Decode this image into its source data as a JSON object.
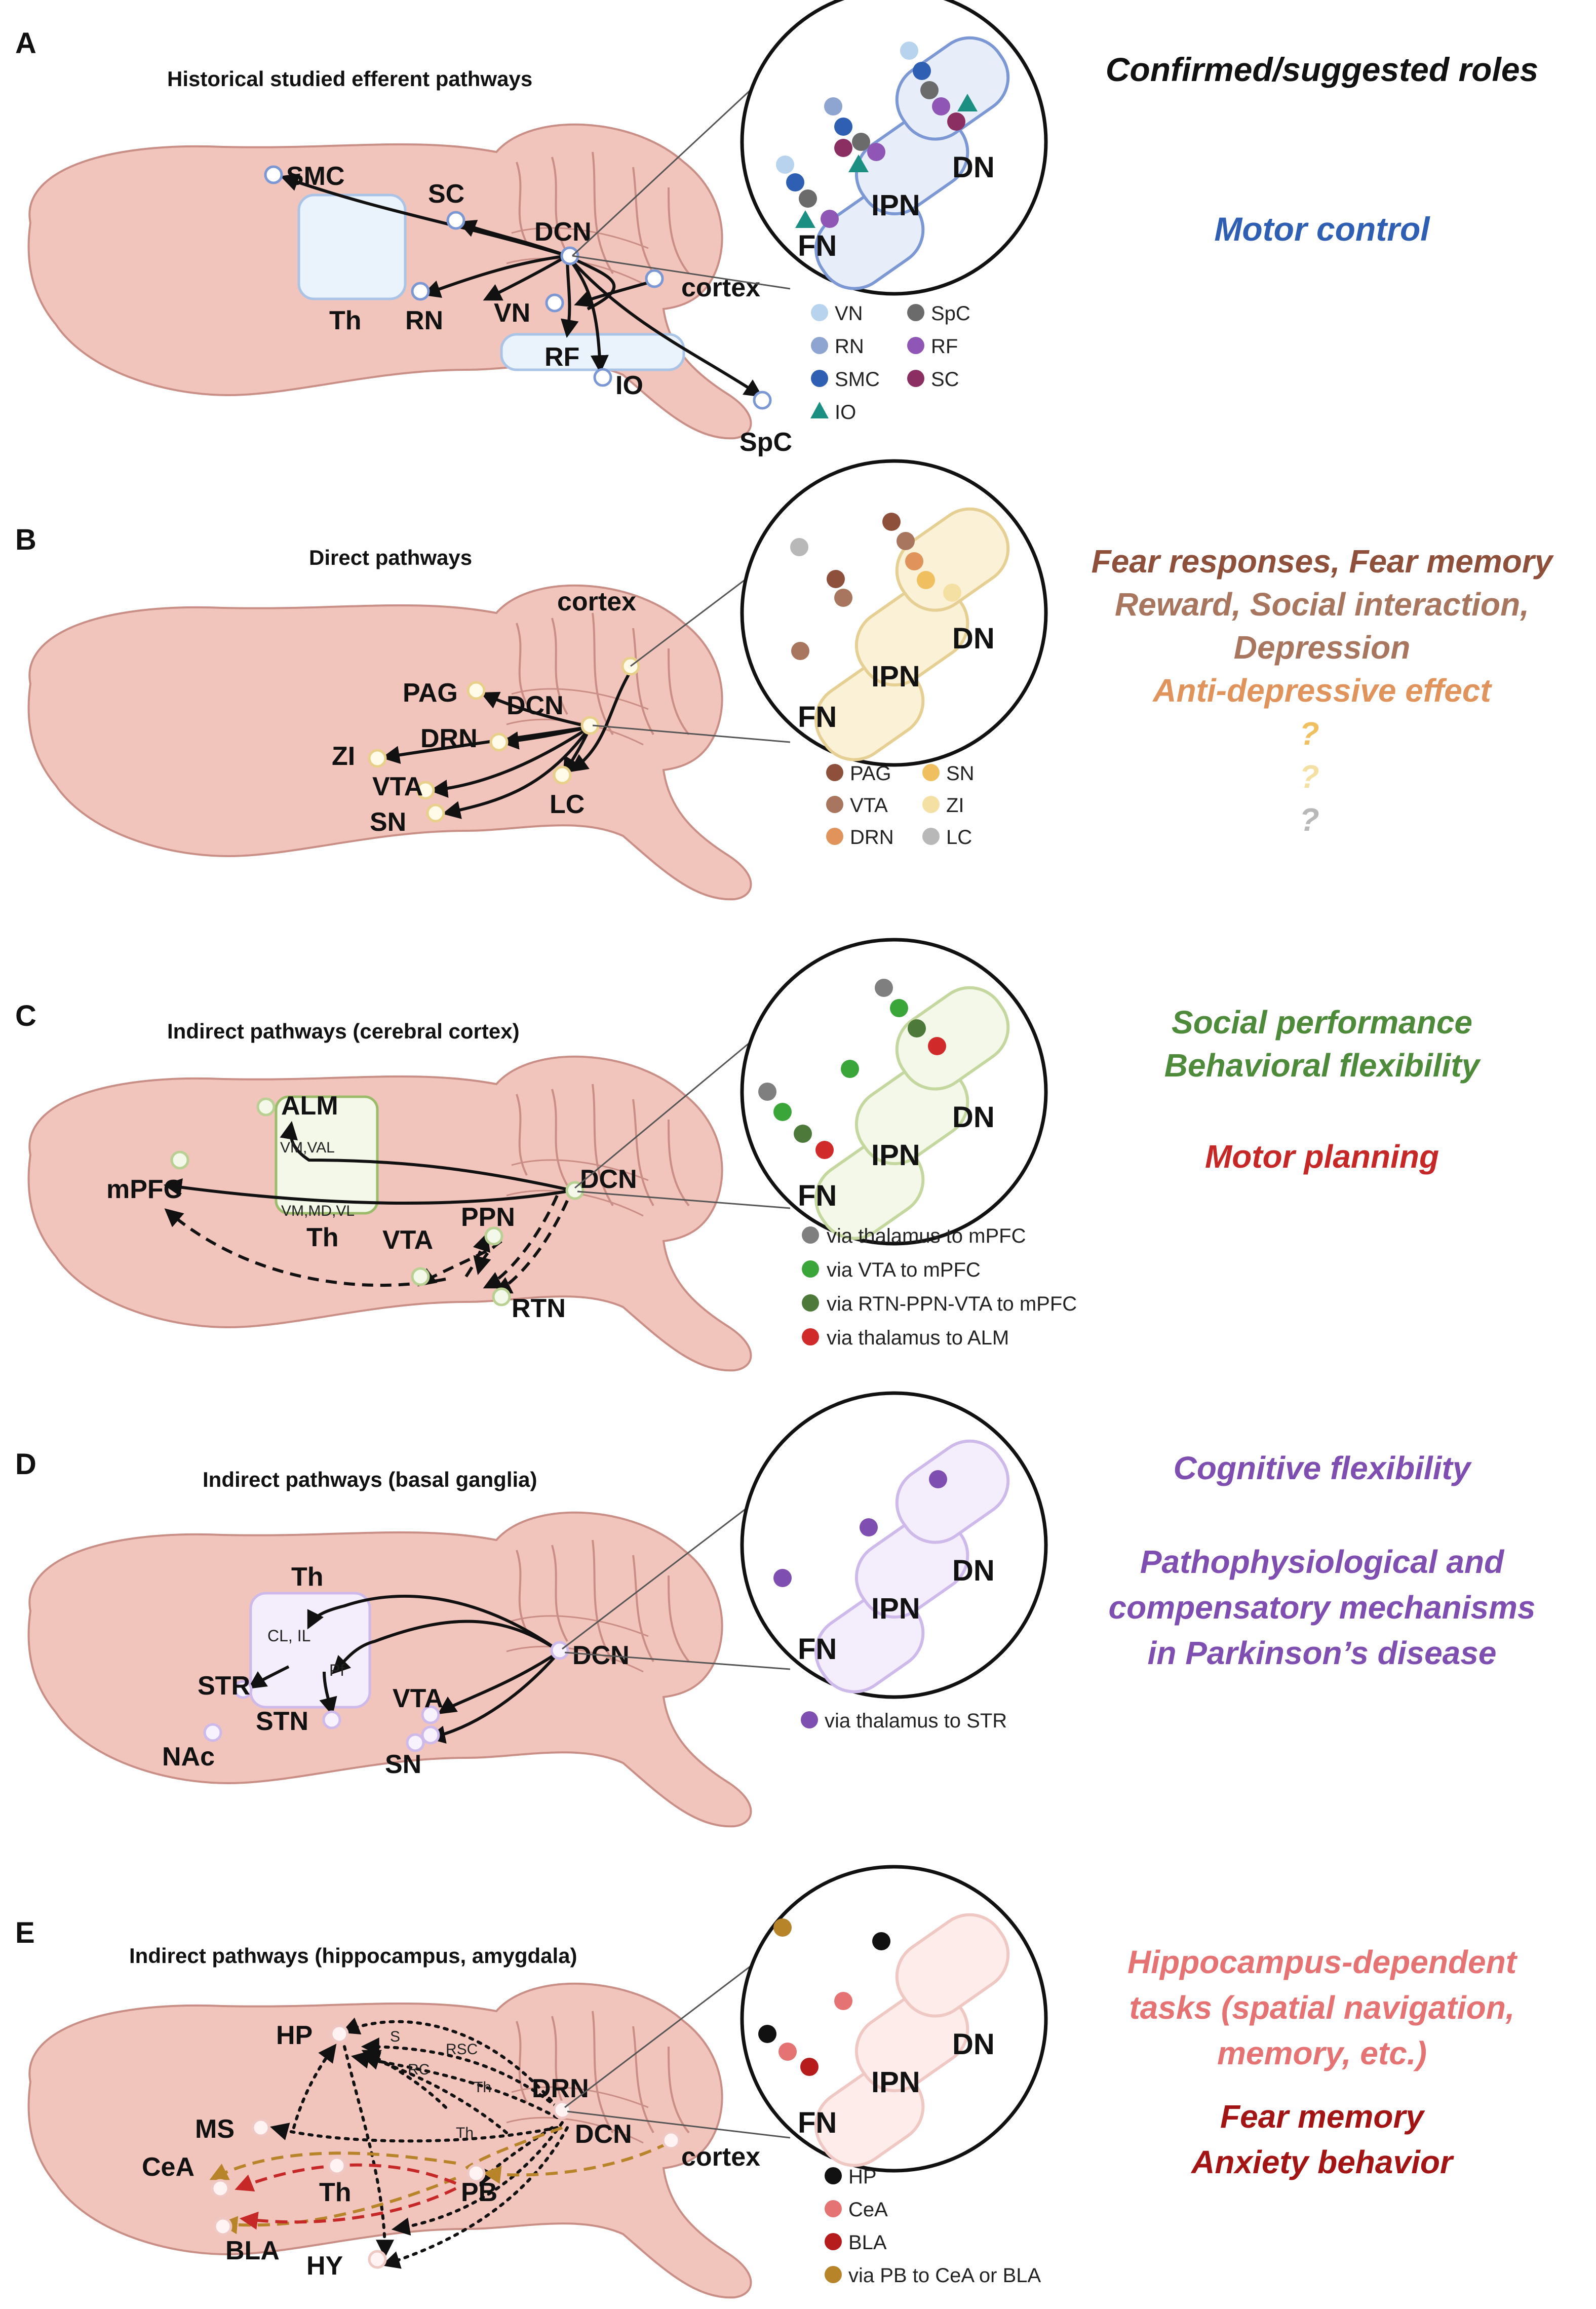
{
  "colors": {
    "brain_fill": "#f1c4bc",
    "brain_stroke": "#c98f86",
    "arrow": "#111111",
    "blue_node": "#2f5fb3",
    "yellow_node": "#e9b96a",
    "green_box": "#9cbc6c",
    "purple_box": "#b9a3dd",
    "pink_box": "#efb5b0"
  },
  "panels": [
    {
      "letter": "A",
      "title": "Historical studied efferent pathways",
      "labels": [
        "SMC",
        "SC",
        "DCN",
        "Th",
        "RN",
        "VN",
        "cortex",
        "RF",
        "IO",
        "SpC"
      ],
      "nuclei": [
        "DN",
        "IPN",
        "FN"
      ],
      "legend": [
        {
          "label": "VN",
          "color": "#b7d3ee",
          "shape": "circle"
        },
        {
          "label": "RN",
          "color": "#8ea5d2",
          "shape": "circle"
        },
        {
          "label": "SMC",
          "color": "#2f5fb3",
          "shape": "circle"
        },
        {
          "label": "IO",
          "color": "#1a8f82",
          "shape": "triangle"
        },
        {
          "label": "SpC",
          "color": "#6b6b6b",
          "shape": "circle"
        },
        {
          "label": "RF",
          "color": "#8f56b5",
          "shape": "circle"
        },
        {
          "label": "SC",
          "color": "#8b2f63",
          "shape": "circle"
        }
      ],
      "roles": [
        {
          "text": "Confirmed/suggested roles",
          "color": "#111111"
        },
        {
          "text": "Motor control",
          "color": "#2f5fb3"
        }
      ]
    },
    {
      "letter": "B",
      "title": "Direct pathways",
      "labels": [
        "cortex",
        "PAG",
        "DCN",
        "DRN",
        "ZI",
        "VTA",
        "LC",
        "SN"
      ],
      "nuclei": [
        "DN",
        "IPN",
        "FN"
      ],
      "legend": [
        {
          "label": "PAG",
          "color": "#8e4f3b",
          "shape": "circle"
        },
        {
          "label": "VTA",
          "color": "#a8765e",
          "shape": "circle"
        },
        {
          "label": "DRN",
          "color": "#e0935a",
          "shape": "circle"
        },
        {
          "label": "SN",
          "color": "#f0c060",
          "shape": "circle"
        },
        {
          "label": "ZI",
          "color": "#f5e0a4",
          "shape": "circle"
        },
        {
          "label": "LC",
          "color": "#b8b8b8",
          "shape": "circle"
        }
      ],
      "roles": [
        {
          "text": "Fear responses, Fear memory",
          "color": "#8e4f3b"
        },
        {
          "text": "Reward, Social interaction,",
          "color": "#a8765e"
        },
        {
          "text": "Depression",
          "color": "#a8765e"
        },
        {
          "text": "Anti-depressive effect",
          "color": "#e0935a"
        },
        {
          "text": "?",
          "color": "#f0c060"
        },
        {
          "text": "?",
          "color": "#f5e0a4"
        },
        {
          "text": "?",
          "color": "#b8b8b8"
        }
      ]
    },
    {
      "letter": "C",
      "title": "Indirect pathways  (cerebral cortex)",
      "labels": [
        "ALM",
        "mPFC",
        "VM,VAL",
        "VM,MD,VL",
        "Th",
        "VTA",
        "PPN",
        "DCN",
        "RTN"
      ],
      "nuclei": [
        "DN",
        "IPN",
        "FN"
      ],
      "legend": [
        {
          "label": "via thalamus to mPFC",
          "color": "#7f7f7f",
          "shape": "circle"
        },
        {
          "label": "via VTA to mPFC",
          "color": "#3aa63a",
          "shape": "circle"
        },
        {
          "label": "via RTN-PPN-VTA to mPFC",
          "color": "#4d7a3a",
          "shape": "circle"
        },
        {
          "label": "via thalamus to ALM",
          "color": "#d02a2a",
          "shape": "circle"
        }
      ],
      "roles": [
        {
          "text": "Social performance",
          "color": "#4d8a3a"
        },
        {
          "text": "Behavioral flexibility",
          "color": "#4d8a3a"
        },
        {
          "text": "Motor planning",
          "color": "#c62828"
        }
      ]
    },
    {
      "letter": "D",
      "title": "Indirect pathways (basal ganglia)",
      "labels": [
        "Th",
        "CL, IL",
        "Pf",
        "STR",
        "STN",
        "VTA",
        "DCN",
        "NAc",
        "SN"
      ],
      "nuclei": [
        "DN",
        "IPN",
        "FN"
      ],
      "legend": [
        {
          "label": "via thalamus to STR",
          "color": "#7e4fb0",
          "shape": "circle"
        }
      ],
      "roles": [
        {
          "text": "Cognitive flexibility",
          "color": "#7e4fb0"
        },
        {
          "text": "Pathophysiological and",
          "color": "#7e4fb0"
        },
        {
          "text": "compensatory mechanisms",
          "color": "#7e4fb0"
        },
        {
          "text": "in Parkinson’s disease",
          "color": "#7e4fb0"
        }
      ]
    },
    {
      "letter": "E",
      "title": "Indirect pathways (hippocampus, amygdala)",
      "labels": [
        "HP",
        "S",
        "RSC",
        "RC",
        "Th",
        "Th",
        "DRN",
        "MS",
        "DCN",
        "cortex",
        "CeA",
        "Th",
        "PB",
        "BLA",
        "HY"
      ],
      "nuclei": [
        "DN",
        "IPN",
        "FN"
      ],
      "legend": [
        {
          "label": "HP",
          "color": "#111111",
          "shape": "circle"
        },
        {
          "label": "CeA",
          "color": "#e57373",
          "shape": "circle"
        },
        {
          "label": "BLA",
          "color": "#b71c1c",
          "shape": "circle"
        },
        {
          "label": "via PB to CeA or BLA",
          "color": "#b8842a",
          "shape": "circle"
        }
      ],
      "roles": [
        {
          "text": "Hippocampus-dependent",
          "color": "#e57373"
        },
        {
          "text": "tasks (spatial navigation,",
          "color": "#e57373"
        },
        {
          "text": "memory, etc.)",
          "color": "#e57373"
        },
        {
          "text": "Fear memory",
          "color": "#a31515"
        },
        {
          "text": "Anxiety behavior",
          "color": "#a31515"
        }
      ]
    }
  ]
}
